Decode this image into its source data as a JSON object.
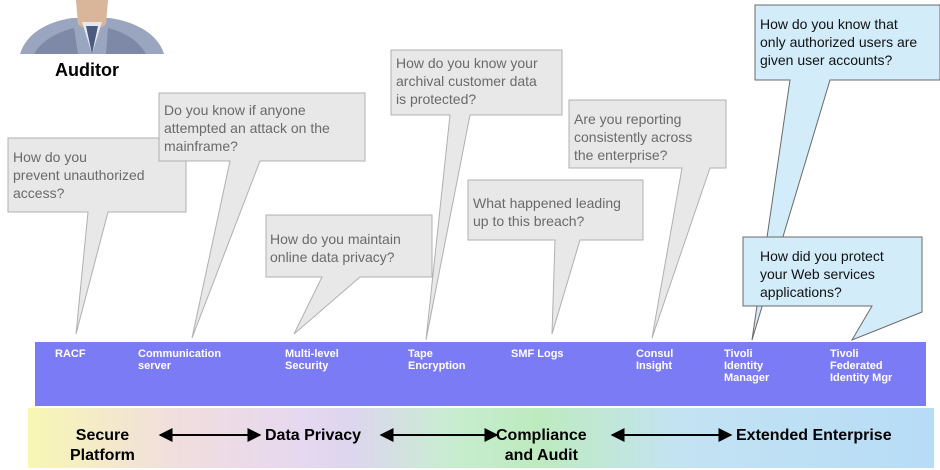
{
  "auditor_label": "Auditor",
  "colors": {
    "bar": "#7b7bf5",
    "grey_bubble": "#e8e8e8",
    "blue_bubble": "#d2ecfa"
  },
  "questions": [
    {
      "lines": [
        "How do you",
        "prevent unauthorized",
        "access?"
      ]
    },
    {
      "lines": [
        "Do you know if anyone",
        "attempted an attack on the",
        "mainframe?"
      ]
    },
    {
      "lines": [
        "How do you maintain",
        "online data privacy?"
      ]
    },
    {
      "lines": [
        "How do you know your",
        "archival customer data",
        "is protected?"
      ]
    },
    {
      "lines": [
        "What happened leading",
        "up to this breach?"
      ]
    },
    {
      "lines": [
        "Are you reporting",
        "consistently across",
        "the enterprise?"
      ]
    },
    {
      "lines": [
        "How do you know that",
        "only authorized users are",
        "given user accounts?"
      ]
    },
    {
      "lines": [
        "How did you protect",
        "your Web services",
        "applications?"
      ]
    }
  ],
  "products": [
    {
      "lines": [
        "RACF"
      ]
    },
    {
      "lines": [
        "Communication",
        "server"
      ]
    },
    {
      "lines": [
        "Multi-level",
        "Security"
      ]
    },
    {
      "lines": [
        "Tape",
        "Encryption"
      ]
    },
    {
      "lines": [
        "SMF Logs"
      ]
    },
    {
      "lines": [
        "Consul",
        "Insight"
      ]
    },
    {
      "lines": [
        "Tivoli",
        "Identity",
        "Manager"
      ]
    },
    {
      "lines": [
        "Tivoli",
        "Federated",
        "Identity Mgr"
      ]
    }
  ],
  "categories": [
    {
      "lines": [
        "Secure",
        "Platform"
      ]
    },
    {
      "lines": [
        "Data Privacy"
      ]
    },
    {
      "lines": [
        "Compliance",
        "and Audit"
      ]
    },
    {
      "lines": [
        "Extended Enterprise"
      ]
    }
  ]
}
